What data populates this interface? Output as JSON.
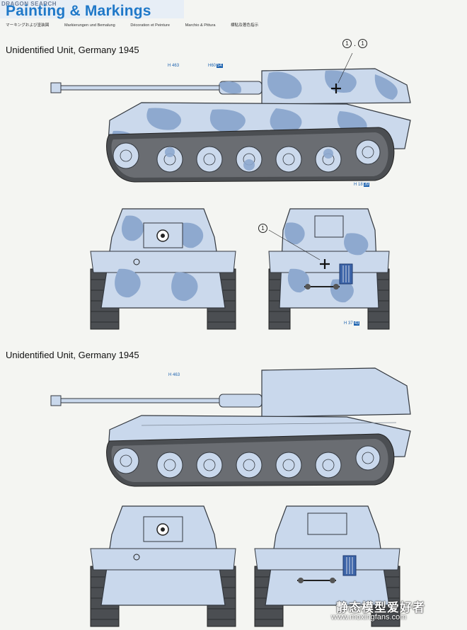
{
  "header": {
    "watermark": "DRAGON SEARCH",
    "title": "Painting & Markings",
    "languages": [
      "マーキングおよび塗装図",
      "Markierungen und Bemalung",
      "Décoration et Peinture",
      "Marchio & Pittura",
      "標貼及著色指示"
    ]
  },
  "sections": [
    {
      "unit": "Unidentified Unit, Germany 1945",
      "scheme": "winter camouflage"
    },
    {
      "unit": "Unidentified Unit, Germany 1945",
      "scheme": "white"
    }
  ],
  "callouts": {
    "top_pair": {
      "a": "1",
      "sep": ".",
      "b": "1"
    },
    "rear_single": "1"
  },
  "refs": {
    "r1": {
      "code": "H",
      "num": "463"
    },
    "r2": {
      "code": "H",
      "num": "60",
      "box": "54"
    },
    "r3": {
      "code": "H",
      "num": "18",
      "box": "39"
    },
    "r4": {
      "code": "H",
      "num": "37",
      "box": "43"
    },
    "r5": {
      "code": "H",
      "num": "463"
    }
  },
  "colors": {
    "base_winter": "#cbd9ec",
    "camo_blue": "#8ea9cf",
    "base_white": "#c9d8ec",
    "outline": "#33383f",
    "tracks": "#4b4e52",
    "title_blue": "#1f78c8"
  },
  "watermark_cn": "静态模型爱好者",
  "watermark_url": "www.moxingfans.com"
}
